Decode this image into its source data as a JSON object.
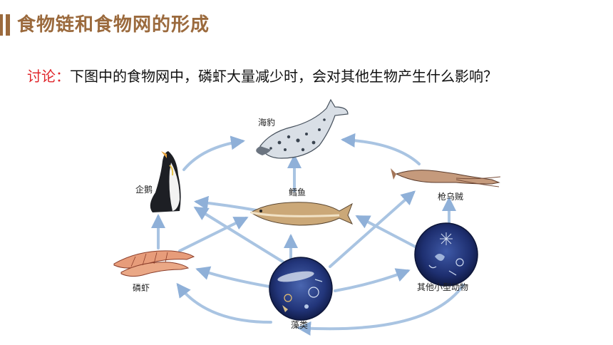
{
  "slide": {
    "title": "食物链和食物网的形成",
    "question_label": "讨论：",
    "question_text": "下图中的食物网中，磷虾大量减少时，会对其他生物产生什么影响？"
  },
  "food_web": {
    "organisms": {
      "seal": "海豹",
      "penguin": "企鹅",
      "cod": "鳕鱼",
      "squid": "枪乌贼",
      "krill": "磷虾",
      "algae": "藻类",
      "small_animals": "其他小型动物"
    },
    "colors": {
      "arrow": "#a9c4e2",
      "arrow_head": "#8fb0d8",
      "title": "#9b6a3d",
      "highlight": "#e0262b"
    }
  }
}
